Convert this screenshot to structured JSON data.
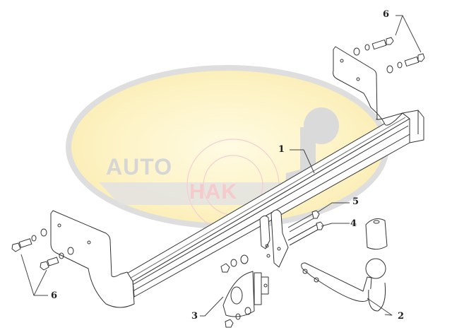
{
  "diagram": {
    "type": "exploded-parts-drawing",
    "subject": "tow bar (towing hitch) assembly",
    "watermark": {
      "word_top": "AUTO",
      "word_bottom": "HAK",
      "ring_color": "#d8d8d8",
      "fill_color": "#fdf6cf",
      "text_gray": "#d6d6d6",
      "text_red": "#f6c9cc"
    },
    "callouts": [
      {
        "id": "1",
        "label": "1",
        "part": "cross bar (main beam)"
      },
      {
        "id": "2",
        "label": "2",
        "part": "tow ball arm with ball"
      },
      {
        "id": "3",
        "label": "3",
        "part": "socket mounting plate"
      },
      {
        "id": "4",
        "label": "4",
        "part": "bolt"
      },
      {
        "id": "5",
        "label": "5",
        "part": "bolt"
      },
      {
        "id": "6a",
        "label": "6",
        "part": "mounting bolts with washers (right bracket)"
      },
      {
        "id": "6b",
        "label": "6",
        "part": "mounting bolts with washers (left bracket)"
      }
    ],
    "line_color": "#333333"
  }
}
